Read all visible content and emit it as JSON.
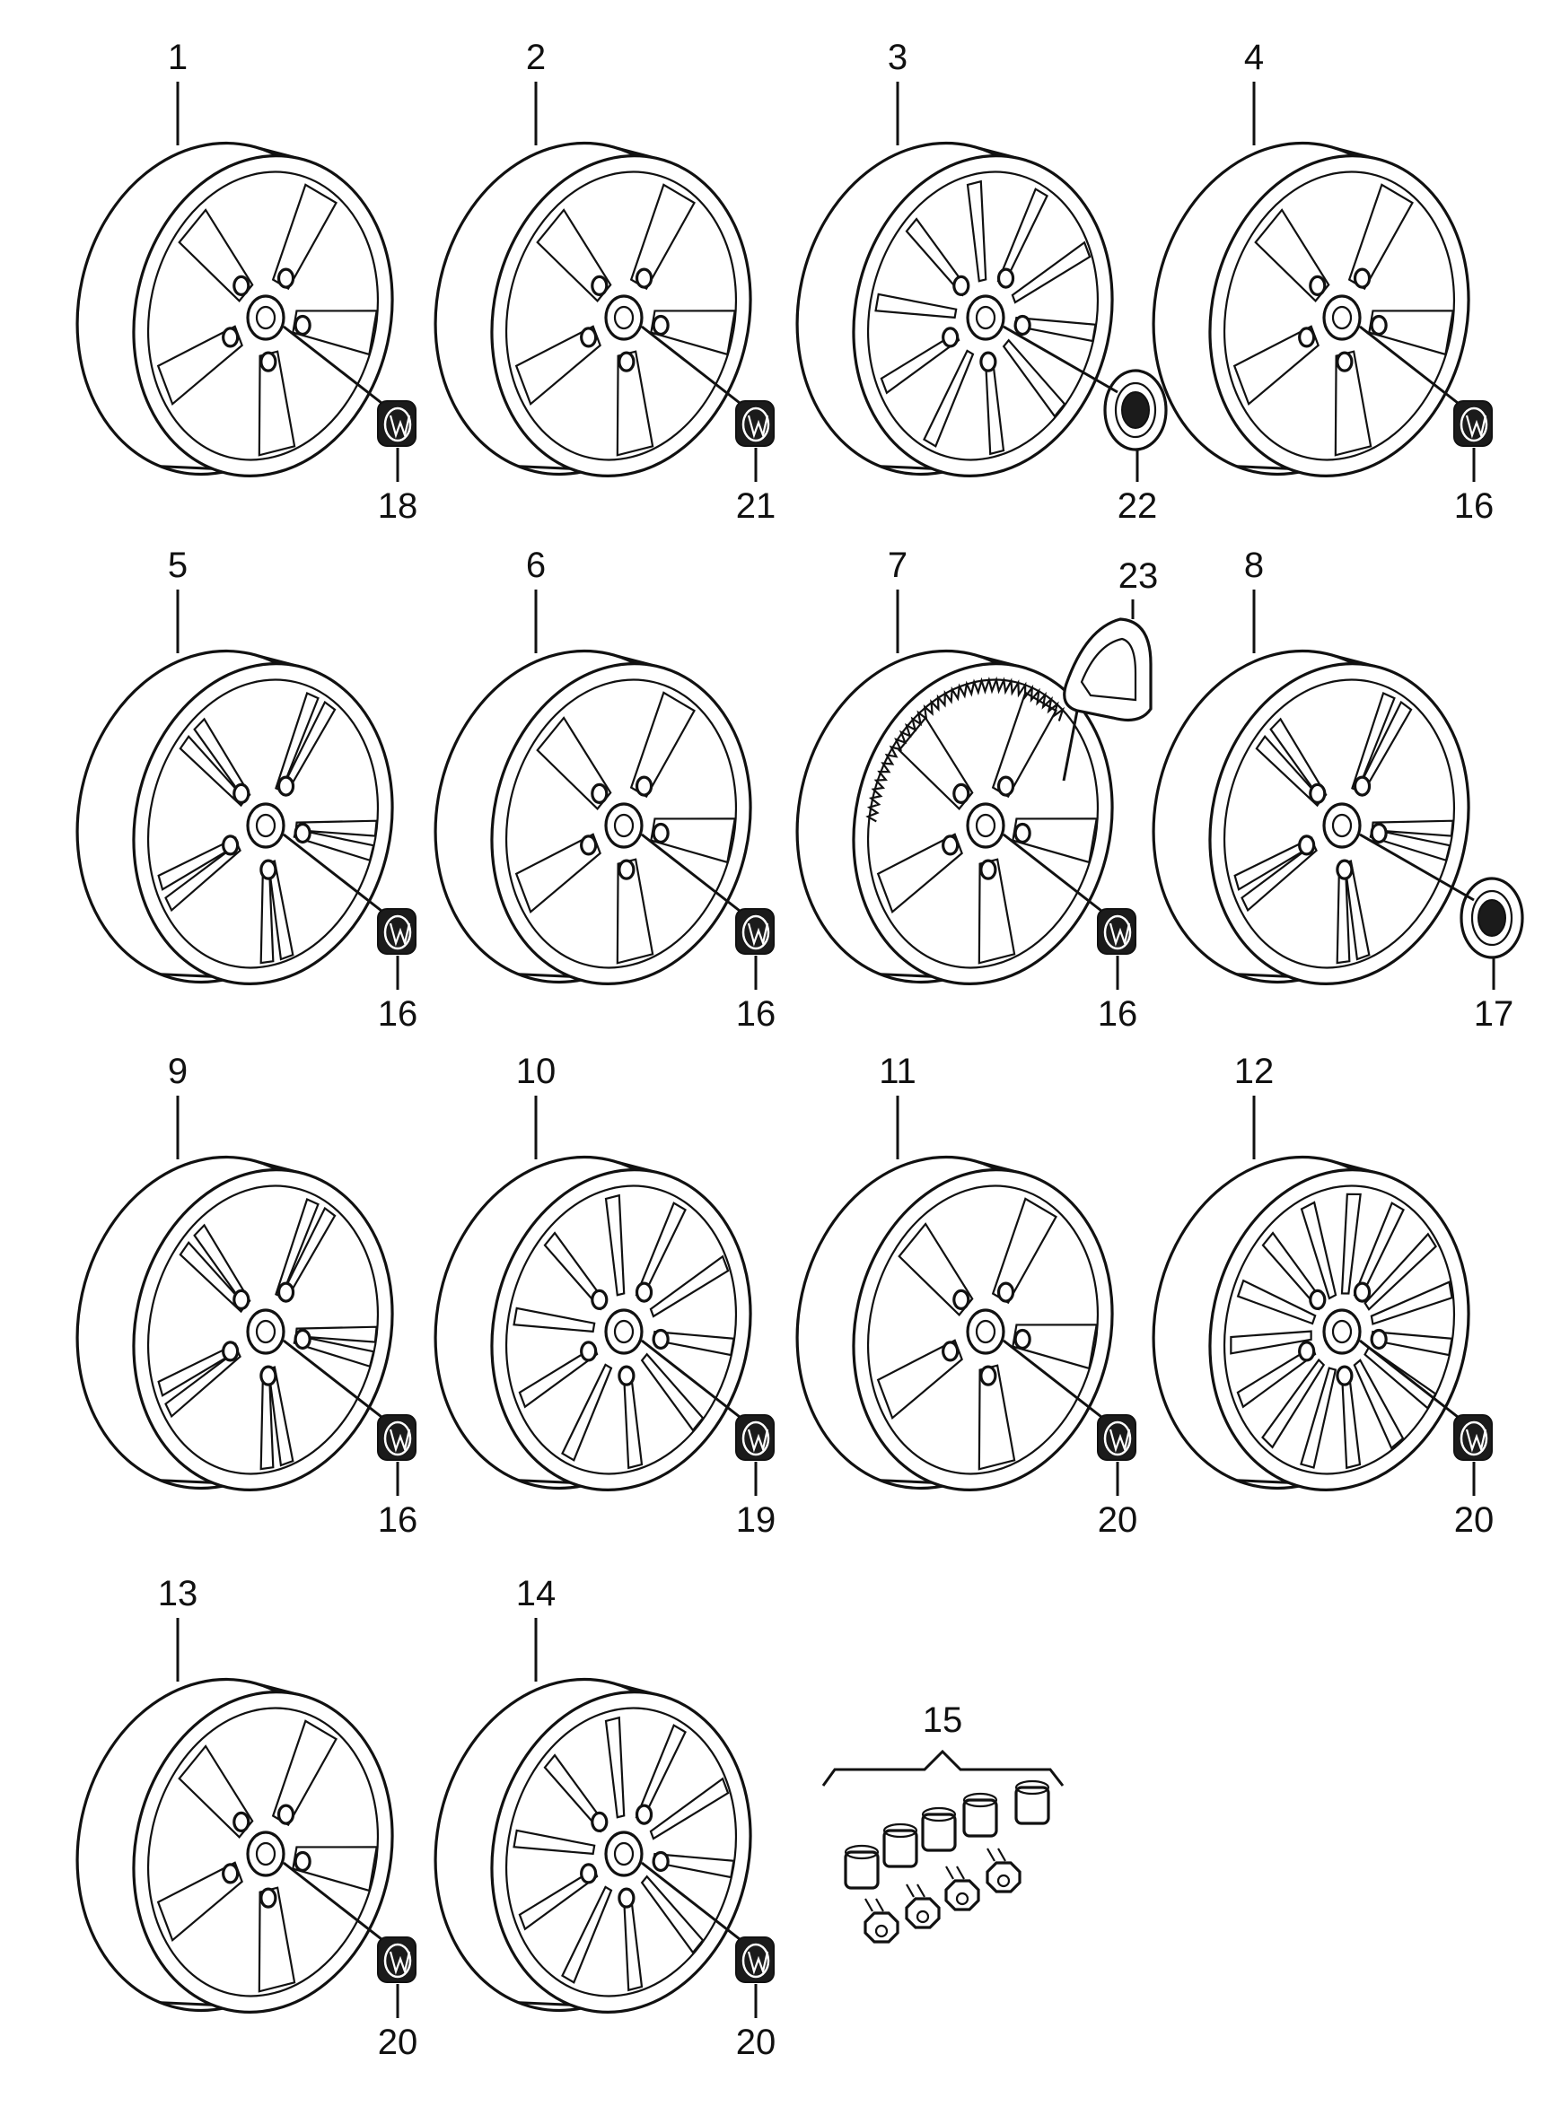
{
  "diagram": {
    "wheels": [
      {
        "label": "1",
        "style": "5-spoke",
        "cap_label": "18"
      },
      {
        "label": "2",
        "style": "5-spoke",
        "cap_label": "21"
      },
      {
        "label": "3",
        "style": "multi-spoke",
        "cap_label": "22",
        "cap_type": "hub-cover"
      },
      {
        "label": "4",
        "style": "5-spoke",
        "cap_label": "16"
      },
      {
        "label": "5",
        "style": "5-double-spoke",
        "cap_label": "16"
      },
      {
        "label": "6",
        "style": "5-spoke",
        "cap_label": "16"
      },
      {
        "label": "7",
        "style": "5-spoke-tone-ring",
        "cap_label": "16"
      },
      {
        "label": "8",
        "style": "5-double-spoke",
        "cap_label": "17",
        "cap_type": "hub-cover"
      },
      {
        "label": "9",
        "style": "5-double-spoke",
        "cap_label": "16"
      },
      {
        "label": "10",
        "style": "multi-spoke",
        "cap_label": "19"
      },
      {
        "label": "11",
        "style": "5-spoke",
        "cap_label": "20"
      },
      {
        "label": "12",
        "style": "multi-spoke",
        "cap_label": "20"
      },
      {
        "label": "13",
        "style": "5-spoke",
        "cap_label": "20"
      },
      {
        "label": "14",
        "style": "multi-spoke",
        "cap_label": "20"
      }
    ],
    "extra_part_label": "23",
    "bolt_set_label": "15",
    "line_color": "#111111",
    "background": "#ffffff"
  }
}
